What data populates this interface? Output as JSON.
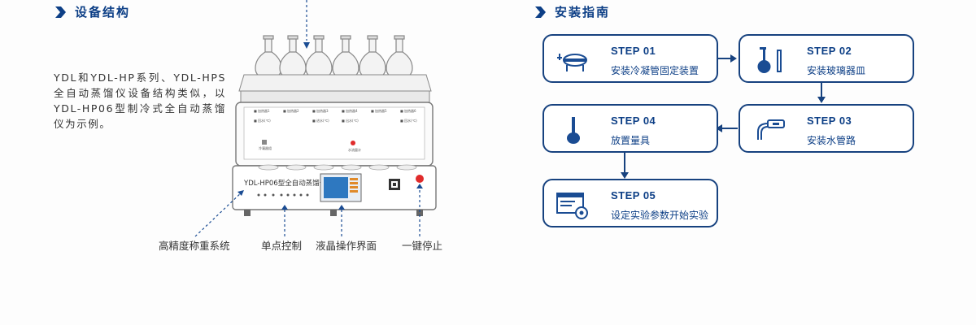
{
  "left_section": {
    "title": "设备结构",
    "description": "YDL和YDL-HP系列、YDL-HPS全自动蒸馏仪设备结构类似，以YDL-HP06型制冷式全自动蒸馏仪为示例。",
    "device": {
      "model_label": "YDL-HP06型全自动蒸馏仪"
    },
    "callouts": [
      "高精度称重系统",
      "单点控制",
      "液晶操作界面",
      "一键停止"
    ]
  },
  "right_section": {
    "title": "安装指南",
    "steps": [
      {
        "code": "STEP 01",
        "name": "安装冷凝管固定装置",
        "icon": "condenser-fixture-icon"
      },
      {
        "code": "STEP 02",
        "name": "安装玻璃器皿",
        "icon": "glassware-icon"
      },
      {
        "code": "STEP 03",
        "name": "安装水管路",
        "icon": "water-pipe-icon"
      },
      {
        "code": "STEP 04",
        "name": "放置量具",
        "icon": "measuring-flask-icon"
      },
      {
        "code": "STEP 05",
        "name": "设定实验参数开始实验",
        "icon": "settings-screen-icon"
      }
    ]
  },
  "colors": {
    "brand": "#0d3f86",
    "box_border": "#17427f",
    "stop_button": "#e02b2b"
  }
}
